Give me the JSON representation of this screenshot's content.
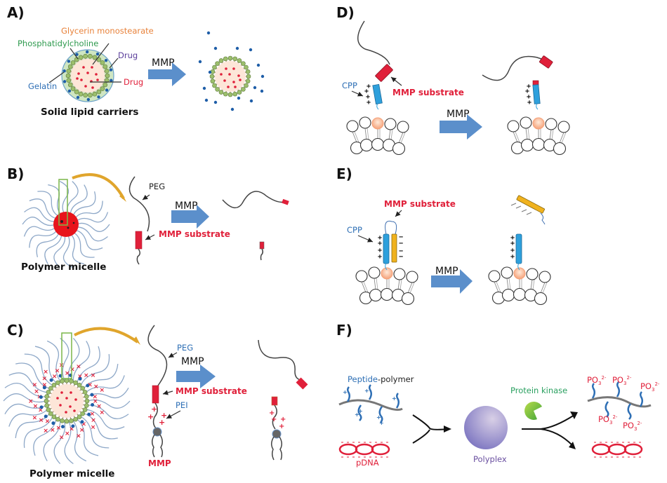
{
  "figure": {
    "panels": {
      "A": {
        "label": "A)",
        "caption": "Solid lipid carriers",
        "labels": {
          "glycerin": "Glycerin monostearate",
          "phosphatidylcholine": "Phosphatidylcholine",
          "drug_outer": "Drug",
          "drug_inner": "Drug",
          "gelatin": "Gelatin"
        },
        "arrow_label": "MMP"
      },
      "B": {
        "label": "B)",
        "caption": "Polymer micelle",
        "labels": {
          "peg": "PEG",
          "substrate": "MMP substrate"
        },
        "arrow_label": "MMP"
      },
      "C": {
        "label": "C)",
        "caption": "Polymer micelle",
        "labels": {
          "peg": "PEG",
          "substrate": "MMP substrate",
          "pei": "PEI",
          "mmp_bottom": "MMP"
        },
        "arrow_label": "MMP"
      },
      "D": {
        "label": "D)",
        "labels": {
          "cpp": "CPP",
          "substrate": "MMP substrate"
        },
        "arrow_label": "MMP"
      },
      "E": {
        "label": "E)",
        "labels": {
          "cpp": "CPP",
          "substrate": "MMP substrate"
        },
        "arrow_label": "MMP"
      },
      "F": {
        "label": "F)",
        "labels": {
          "peptide": "Peptide",
          "polymer": "-polymer",
          "pdna": "pDNA",
          "polyplex": "Polyplex",
          "kinase": "Protein kinase",
          "po3": "PO",
          "po3_sub": "3",
          "po3_sup": "2-"
        }
      }
    },
    "colors": {
      "arrow": "#5b8fcb",
      "substrate": "#e0203a",
      "cpp": "#2ea0dc",
      "anionic": "#f0b21e",
      "gelatin": "#cfe6c2",
      "core": "#fde6d8",
      "polyplex": "#8f86c6",
      "kinase": "#8cc63f"
    }
  }
}
